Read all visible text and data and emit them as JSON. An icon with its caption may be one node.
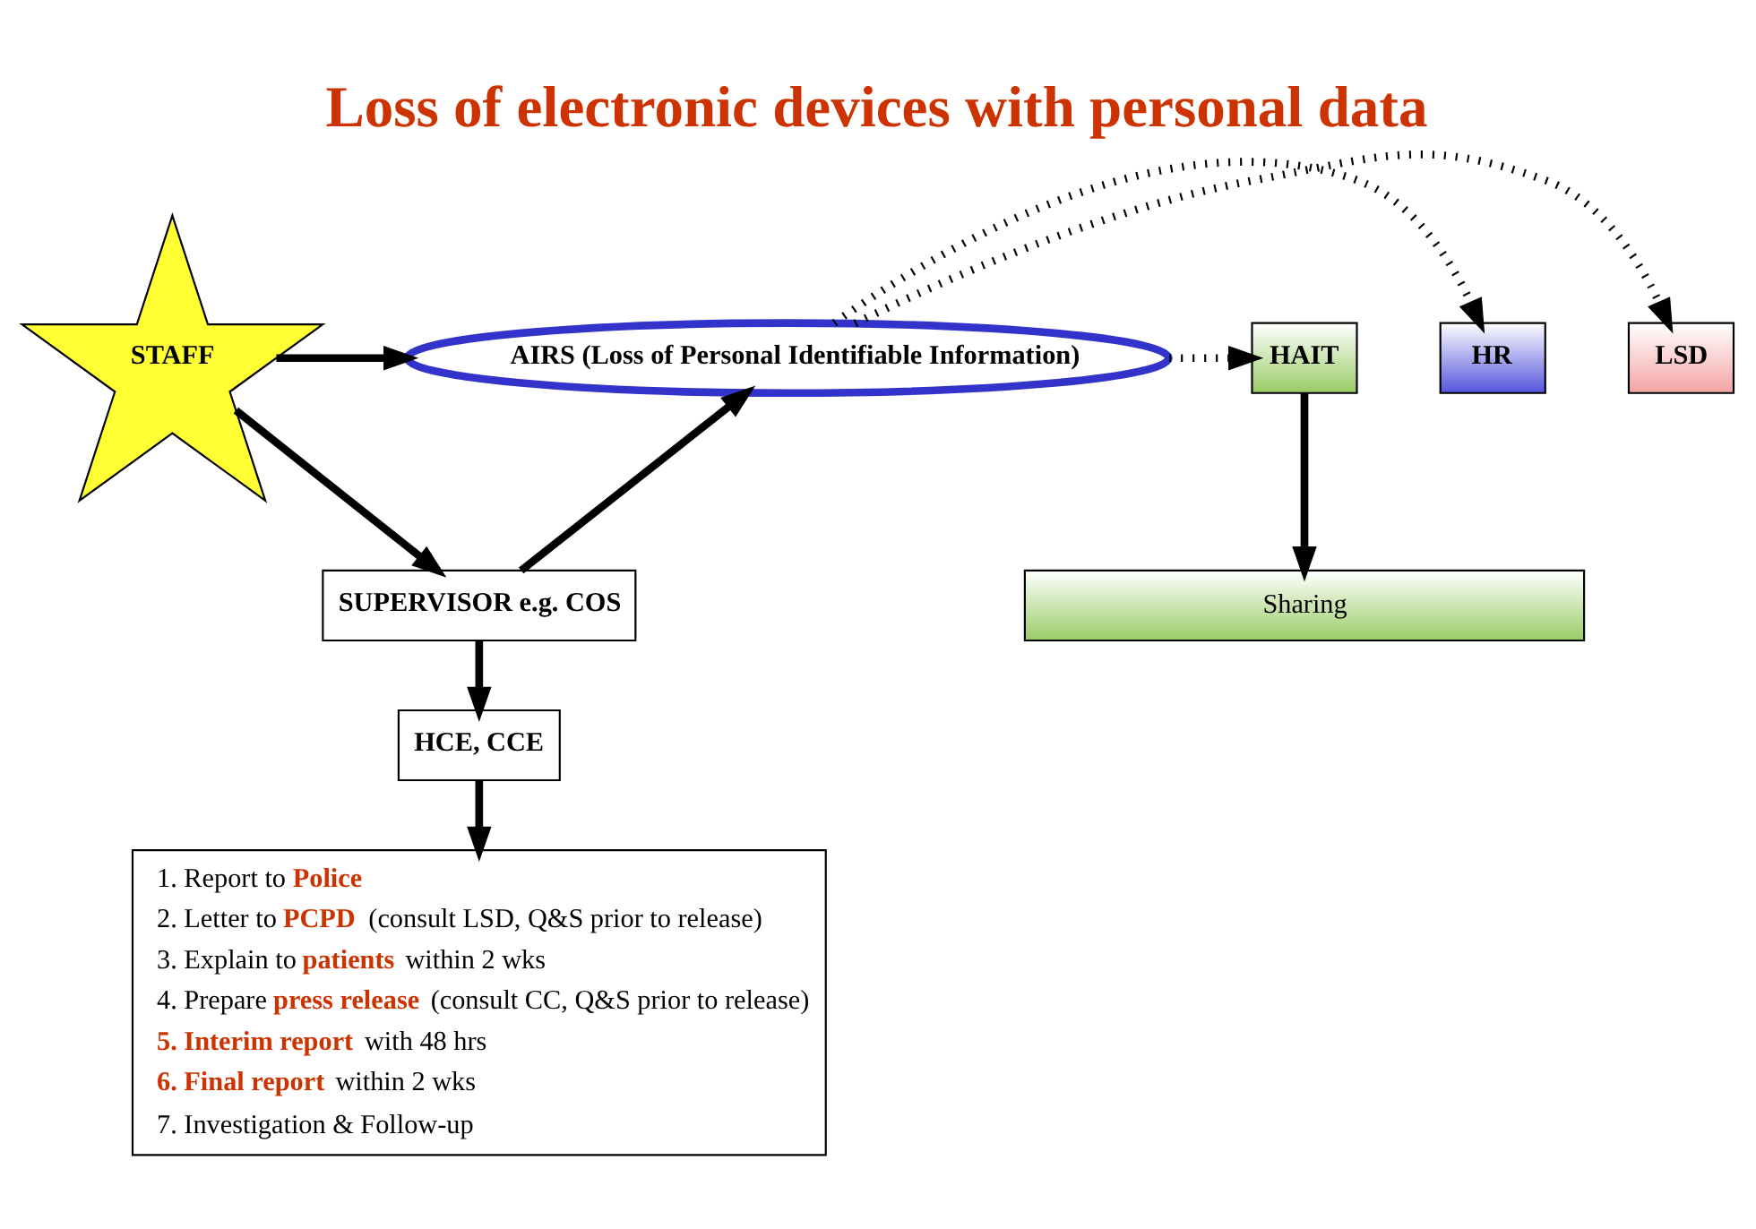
{
  "diagram": {
    "title": "Loss of electronic devices with personal data",
    "nodes": [
      {
        "text": [
          "LSD"
        ]
      },
      {
        "text": [
          "HR"
        ]
      },
      {
        "text": [
          "HAIT"
        ]
      },
      {
        "text": [
          "AIRS (Loss of Personal Identifiable Information)"
        ]
      },
      {
        "text": [
          "STAFF"
        ]
      },
      {
        "text": [
          "SUPERVISOR e.g. COS"
        ]
      },
      {
        "text": [
          "HCE, CCE"
        ]
      },
      {
        "text": [
          "1. Report to **Police**",
          "2. Letter to **PCPD** (consult LSD, Q&S prior to release)",
          "3. Explain to **patients** within 2 wks",
          "4. Prepare **press release** (consult CC, Q&S prior to release)",
          "**5. Interim report** with 48 hrs",
          "**6. Final report** within 2 wks",
          "7. Investigation & Follow-up"
        ]
      },
      {
        "text": [
          "Sharing"
        ]
      }
    ],
    "edges": [
      {
        "from": 3,
        "to": 0,
        "arrow": "to",
        "style": "dashed"
      },
      {
        "from": 3,
        "to": 1,
        "arrow": "to",
        "style": "dashed"
      },
      {
        "from": 3,
        "to": 2,
        "arrow": "to",
        "style": "dashed"
      },
      {
        "from": 4,
        "to": 3,
        "arrow": "to"
      },
      {
        "from": 5,
        "to": 3,
        "arrow": "to"
      },
      {
        "from": 4,
        "to": 5,
        "arrow": "to"
      },
      {
        "from": 5,
        "to": 6,
        "arrow": "to"
      },
      {
        "from": 6,
        "to": 7,
        "arrow": "to"
      },
      {
        "from": 2,
        "to": 8,
        "arrow": "to"
      }
    ]
  }
}
